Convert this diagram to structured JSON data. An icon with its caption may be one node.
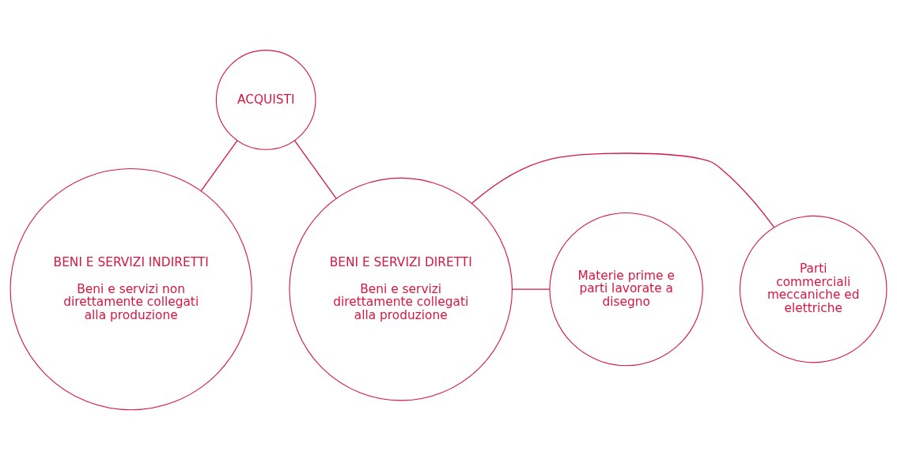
{
  "diagram": {
    "nodes": [
      {
        "text": [
          "ACQUISTI"
        ]
      },
      {
        "text": [
          "BENI E SERVIZI INDIRETTI",
          "Beni e servizi non direttamente collegati alla produzione"
        ]
      },
      {
        "text": [
          "BENI E SERVIZI DIRETTI",
          "Beni e servizi direttamente collegati alla produzione"
        ]
      },
      {
        "text": [
          "Parti commerciali meccaniche ed elettriche"
        ]
      },
      {
        "text": [
          "Materie prime e parti lavorate a disegno"
        ]
      }
    ],
    "edges": [
      {
        "from": 0,
        "to": 1,
        "arrow": "none"
      },
      {
        "from": 0,
        "to": 2,
        "arrow": "none"
      },
      {
        "from": 2,
        "to": 3,
        "arrow": "none"
      },
      {
        "from": 2,
        "to": 4,
        "arrow": "none"
      }
    ]
  }
}
